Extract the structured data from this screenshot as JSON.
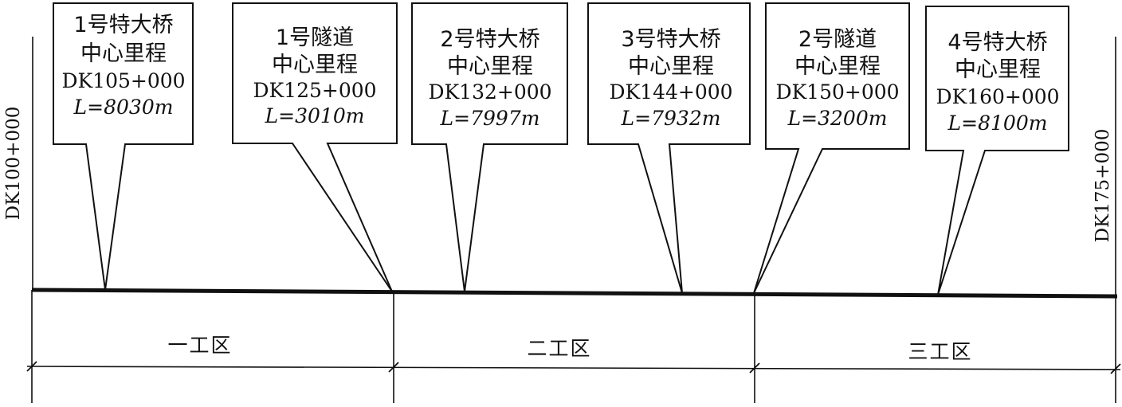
{
  "start_label": "DK100+000",
  "end_label": "DK175+000",
  "structures": [
    {
      "lines": [
        "1号特大桥",
        "中心里程",
        "DK105+000",
        "L=8030m"
      ]
    },
    {
      "lines": [
        "1号隧道",
        "中心里程",
        "DK125+000",
        "L=3010m"
      ]
    },
    {
      "lines": [
        "2号特大桥",
        "中心里程",
        "DK132+000",
        "L=7997m"
      ]
    },
    {
      "lines": [
        "3号特大桥",
        "中心里程",
        "DK144+000",
        "L=7932m"
      ]
    },
    {
      "lines": [
        "2号隧道",
        "中心里程",
        "DK150+000",
        "L=3200m"
      ]
    },
    {
      "lines": [
        "4号特大桥",
        "中心里程",
        "DK160+000",
        "L=8100m"
      ]
    }
  ],
  "work_zones": [
    {
      "label": "一工区"
    },
    {
      "label": "二工区"
    },
    {
      "label": "三工区"
    }
  ]
}
